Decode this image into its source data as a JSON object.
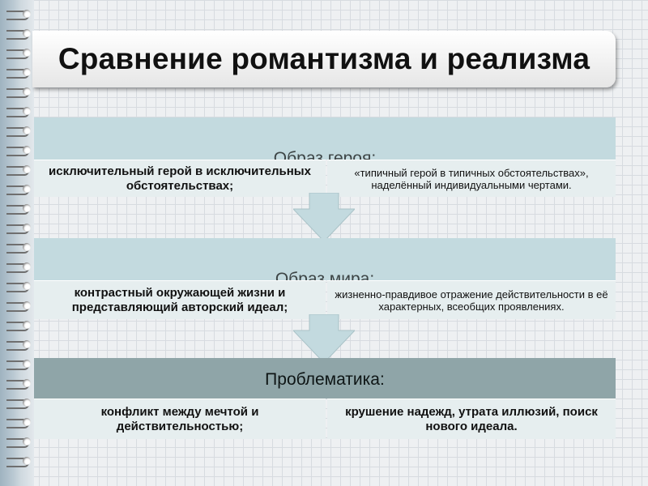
{
  "title": "Сравнение романтизма и реализма",
  "sections": [
    {
      "header": "Образ героя:",
      "romanticism": "исключительный герой в исключительных обстоятельствах;",
      "realism": "«типичный герой в типичных обстоятельствах», наделённый индивидуальными чертами."
    },
    {
      "header": "Образ мира:",
      "romanticism": "контрастный окружающей жизни и представляющий авторский идеал;",
      "realism": "жизненно-правдивое отражение действительности в её характерных, всеобщих проявлениях."
    },
    {
      "header": "Проблематика:",
      "romanticism": "конфликт между мечтой и действительностью;",
      "realism": "крушение надежд, утрата иллюзий, поиск нового идеала."
    }
  ],
  "colors": {
    "header_light": "#c3dadf",
    "header_dark": "#8fa5a8",
    "cell": "#e6eeef",
    "arrow": "#c3dadf"
  }
}
